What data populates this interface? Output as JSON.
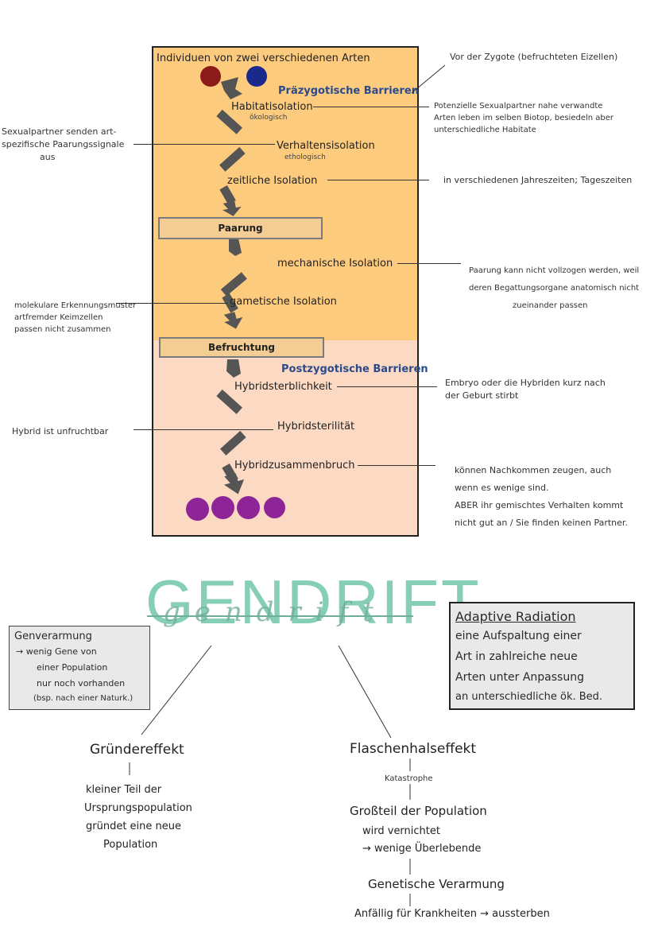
{
  "top": {
    "title": "Individuen von zwei verschiedenen Arten",
    "right_note": "Vor der Zygote (befruchteten Eizellen)",
    "prezygotic_label": "Präzygotische Barrieren",
    "postzygotic_label": "Postzygotische Barrieren",
    "stage_paarung": "Paarung",
    "stage_befruchtung": "Befruchtung",
    "steps": {
      "habitat": "Habitatisolation",
      "habitat_sub": "ökologisch",
      "verhalten": "Verhaltensisolation",
      "verhalten_sub": "ethologisch",
      "zeit": "zeitliche Isolation",
      "mech": "mechanische Isolation",
      "gamet": "gametische Isolation",
      "sterblich": "Hybridsterblichkeit",
      "steril": "Hybridsterilität",
      "zusammen": "Hybridzusammenbruch"
    },
    "notes": {
      "habitat_1": "Potenzielle Sexualpartner nahe verwandte",
      "habitat_2": "Arten leben im selben Biotop, besiedeln aber",
      "habitat_3": "unterschiedliche Habitate",
      "verhalten_1": "Sexualpartner senden art-",
      "verhalten_2": "spezifische Paarungssignale",
      "verhalten_3": "aus",
      "zeit": "in verschiedenen Jahreszeiten; Tageszeiten",
      "mech_1": "Paarung kann nicht vollzogen werden, weil",
      "mech_2": "deren Begattungsorgane anatomisch nicht",
      "mech_3": "zueinander passen",
      "gamet_1": "molekulare Erkennungsmuster",
      "gamet_2": "artfremder Keimzellen",
      "gamet_3": "passen nicht zusammen",
      "sterblich_1": "Embryo oder die Hybriden kurz nach",
      "sterblich_2": "der Geburt stirbt",
      "steril": "Hybrid ist unfruchtbar",
      "zusammen_1": "können Nachkommen zeugen, auch",
      "zusammen_2": "wenn es wenige sind.",
      "zusammen_3": "ABER ihr gemischtes Verhalten kommt",
      "zusammen_4": "nicht gut an / Sie finden keinen Partner."
    }
  },
  "bottom": {
    "title": "GENDRIFT",
    "title_cursive": "gendrift",
    "genverarmung_title": "Genverarmung",
    "genverarmung_lines": [
      "→ wenig Gene von",
      "einer Population",
      "nur noch vorhanden",
      "(bsp. nach einer Naturk.)"
    ],
    "adaptive_title": "Adaptive Radiation",
    "adaptive_lines": [
      "eine Aufspaltung einer",
      "Art in zahlreiche neue",
      "Arten unter Anpassung",
      "an unterschiedliche ök. Bed."
    ],
    "gruender": "Gründereffekt",
    "gruender_lines": [
      "kleiner Teil der",
      "Ursprungspopulation",
      "gründet eine neue",
      "Population"
    ],
    "flaschen": "Flaschenhalseffekt",
    "katastrophe": "Katastrophe",
    "grossteil_1": "Großteil der Population",
    "grossteil_2": "wird vernichtet",
    "grossteil_3": "→ wenige Überlebende",
    "genetische": "Genetische Verarmung",
    "anfaellig": "Anfällig für Krankheiten → aussterben"
  },
  "colors": {
    "orange": "#fdcb7e",
    "peach": "#fcd9c2",
    "dark_red": "#8b1a1a",
    "navy": "#1a2a8c",
    "purple": "#8e2596",
    "teal": "#86cfb6",
    "grey_box": "#e9e9e9"
  }
}
